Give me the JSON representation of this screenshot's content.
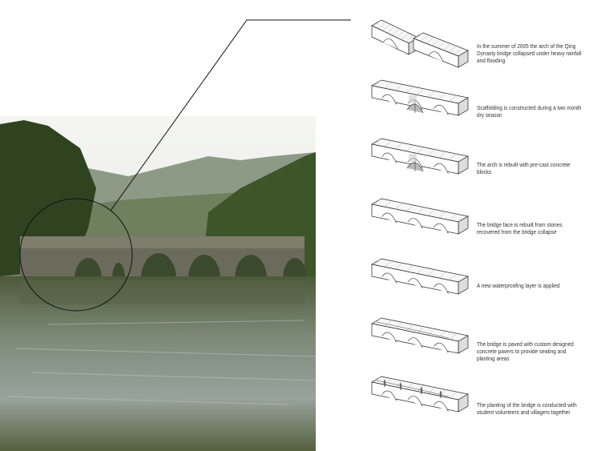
{
  "steps": [
    {
      "text": "In the summer of 2005 the arch of the Qing Dynasty bridge collapsed under heavy rainfall and flooding",
      "stage": "collapsed"
    },
    {
      "text": "Scaffolding is constructed during a two month dry season",
      "stage": "scaffolding"
    },
    {
      "text": "The arch is rebuilt with pre-cast concrete blocks",
      "stage": "arch"
    },
    {
      "text": "The bridge face is rebuilt from stones recovered from the bridge collapse",
      "stage": "face"
    },
    {
      "text": "A new waterproofing layer is applied",
      "stage": "waterproof"
    },
    {
      "text": "The bridge is paved with custom designed concrete pavers to provide seating and planting areas",
      "stage": "paved"
    },
    {
      "text": "The planting of the bridge is conducted with student volunteers and villagers together",
      "stage": "planted"
    }
  ]
}
